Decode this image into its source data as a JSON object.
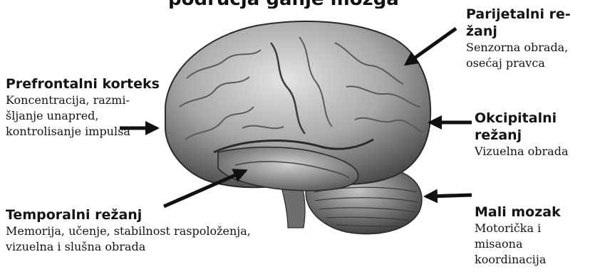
{
  "title_partial": "područja ganje mozga",
  "colors": {
    "ink": "#141414",
    "brain_light": "#d2d2d2",
    "brain_mid": "#9a9a9a",
    "brain_dark": "#3c3c3c",
    "arrow": "#111111"
  },
  "regions": {
    "prefrontal": {
      "name": "Prefrontalni korteks",
      "desc": [
        "Koncentracija, razmi-",
        "šljanje unapred,",
        "kontrolisanje impulsa"
      ]
    },
    "parietal": {
      "name": [
        "Parijetalni re-",
        "žanj"
      ],
      "desc": [
        "Senzorna obrada,",
        "osećaj pravca"
      ]
    },
    "occipital": {
      "name": [
        "Okcipitalni",
        "režanj"
      ],
      "desc": [
        "Vizuelna obrada"
      ]
    },
    "temporal": {
      "name": "Temporalni režanj",
      "desc": [
        "Memorija, učenje, stabilnost raspoloženja,",
        "vizuelna i slušna obrada"
      ]
    },
    "cerebellum": {
      "name": "Mali mozak",
      "desc": [
        "Motorička i",
        "misaona",
        "koordinacija"
      ]
    }
  }
}
